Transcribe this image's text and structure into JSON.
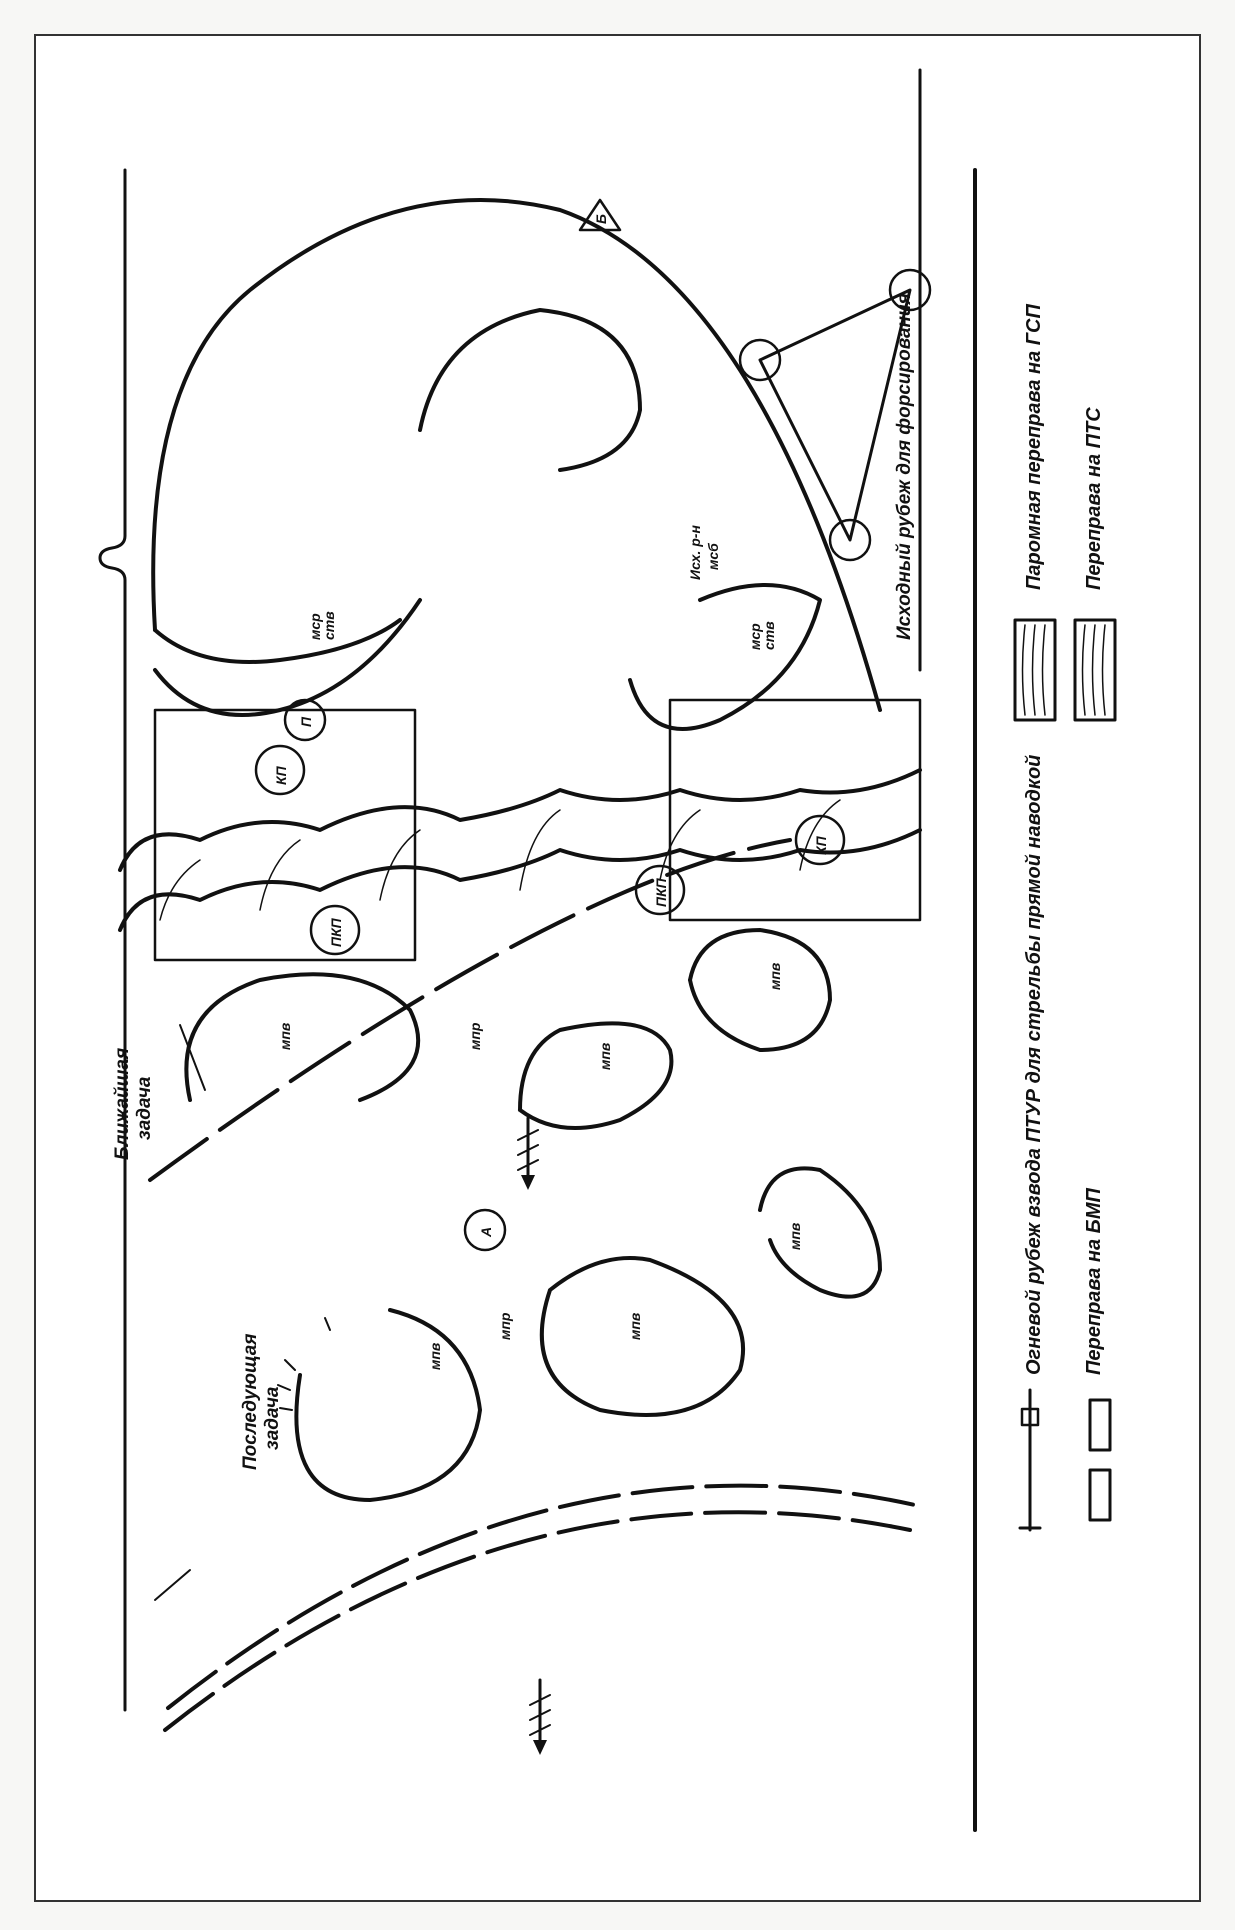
{
  "labels": {
    "next_task": "Последующая задача",
    "next_task_l1": "Последующая",
    "next_task_l2": "задача",
    "immediate_task": "Ближайшая задача",
    "immediate_task_l1": "Ближайшая",
    "immediate_task_l2": "задача",
    "start_line": "Исходный рубеж для форсирования",
    "assembly_area_l1": "Исх. р-н",
    "assembly_area_l2": "мсб",
    "mpr": "мпр",
    "mpv": "мпв",
    "msr": "мср",
    "stv": "ств",
    "kp": "КП",
    "pkp": "ПКП",
    "p": "П",
    "a": "А",
    "b": "Б"
  },
  "legend": {
    "ptur_line": "Огневой рубеж взвода ПТУР для стрельбы прямой наводкой",
    "bmp_crossing": "Переправа на БМП",
    "gsp_ferry": "Паромная переправа на ГСП",
    "pts_crossing": "Переправа на ПТС"
  }
}
